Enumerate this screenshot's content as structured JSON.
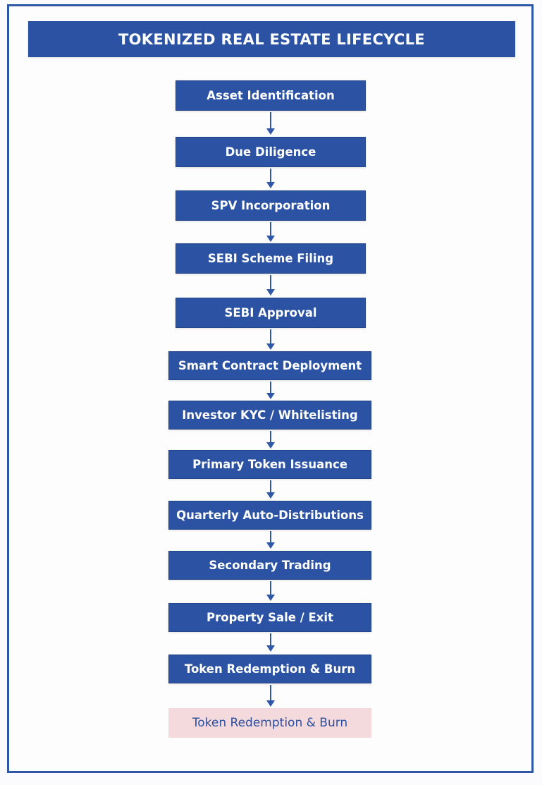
{
  "title": "TOKENIZED REAL ESTATE LIFECYCLE",
  "colors": {
    "primary": "#2c53a3",
    "frame_border": "#2f57a8",
    "final_box_bg": "#f5dadd",
    "final_box_text": "#2a4f9e",
    "box_text": "#ffffff"
  },
  "steps": [
    {
      "label": "Asset Identification"
    },
    {
      "label": "Due Diligence"
    },
    {
      "label": "SPV Incorporation"
    },
    {
      "label": "SEBI Scheme Filing"
    },
    {
      "label": "SEBI Approval"
    },
    {
      "label": "Smart Contract Deployment"
    },
    {
      "label": "Investor KYC / Whitelisting"
    },
    {
      "label": "Primary Token Issuance"
    },
    {
      "label": "Quarterly Auto-Distributions"
    },
    {
      "label": "Secondary Trading"
    },
    {
      "label": "Property Sale / Exit"
    },
    {
      "label": "Token Redemption & Burn"
    },
    {
      "label": "Token Redemption & Burn"
    }
  ]
}
